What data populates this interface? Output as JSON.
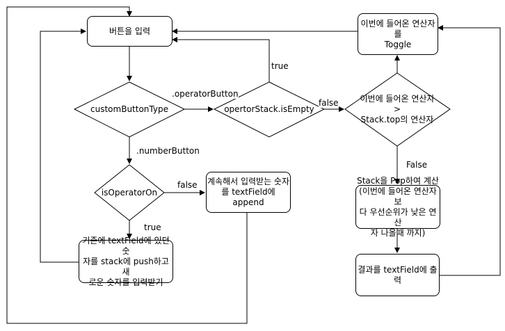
{
  "nodes": {
    "input_button": "버튼을 입력",
    "custom_button_type": "customButtonType",
    "operator_stack_empty": "opertorStack.isEmpty",
    "operator_compare": "이번에 들어온 연산자\n>\nStack.top의 연산자",
    "toggle_operator": "이번에 들어온 연산자를\nToggle",
    "is_operator_on": "isOperatorOn",
    "append_text": "계속해서 입력받는 숫자\n를 textField에 append",
    "push_stack": "기존에 textField에 있던 숫\n자를 stack에 push하고 새\n로운 숫자를 입력받기",
    "pop_compute": "Stack을 Pop하여 계산\n(이번에 들어온 연산자보\n다 우선순위가 낮은 연산\n자 나올때 까지)",
    "print_result": "결과를 textField에 출력"
  },
  "edge_labels": {
    "operator_button": ".operatorButton",
    "number_button": ".numberButton",
    "stack_empty_true": "true",
    "stack_empty_false": "false",
    "compare_false": "False",
    "operator_on_false": "false",
    "operator_on_true": "true"
  },
  "colors": {
    "line": "#000000",
    "background": "#ffffff"
  }
}
